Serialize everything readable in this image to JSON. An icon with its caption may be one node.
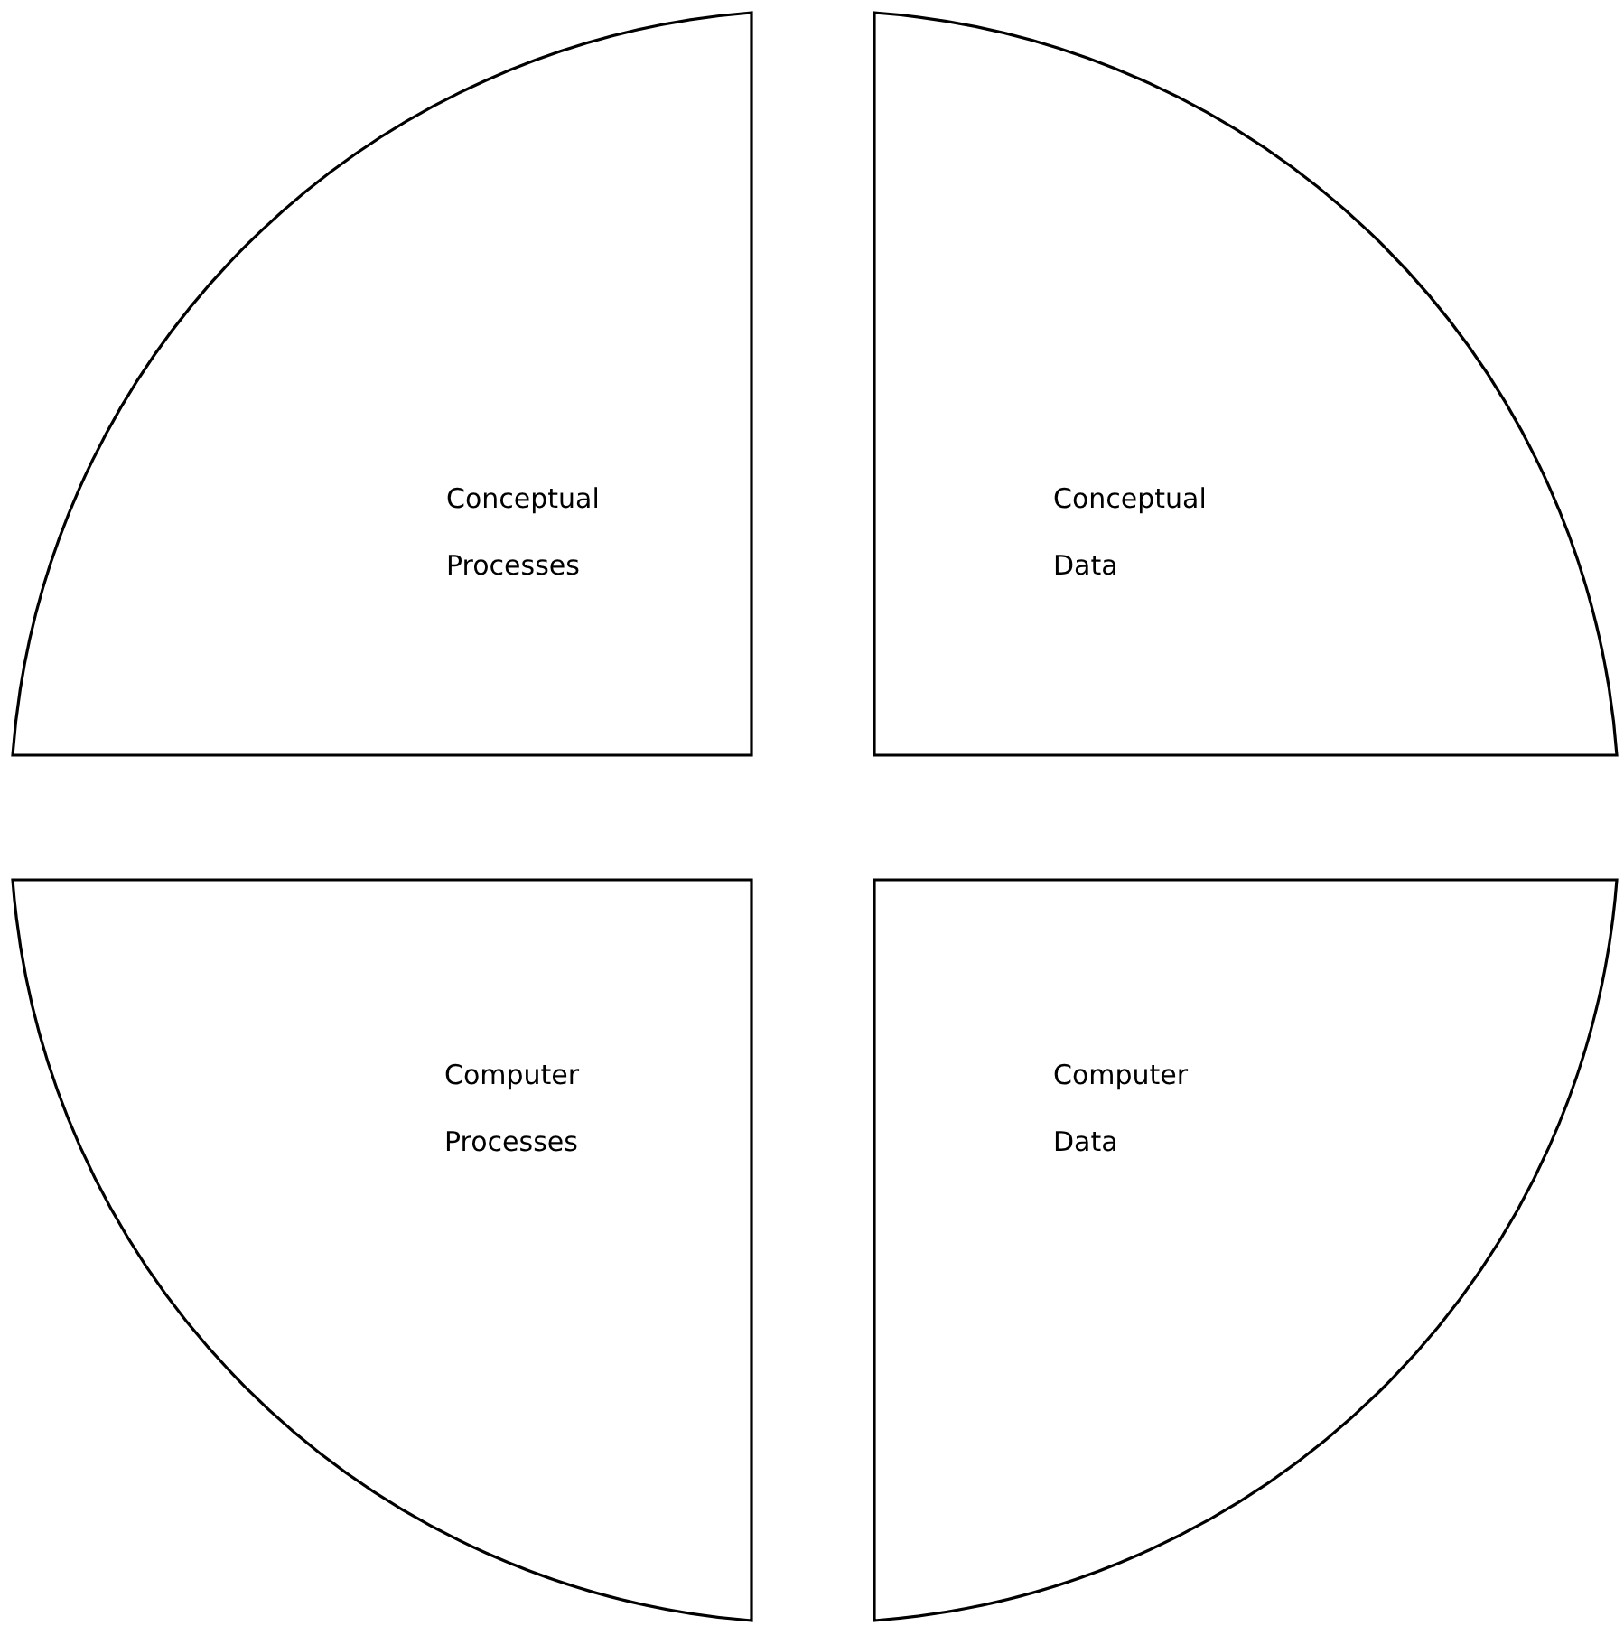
{
  "diagram": {
    "nodes": [
      {
        "text": [
          "Conceptual Processes"
        ]
      },
      {
        "text": [
          "Conceptual Data"
        ]
      },
      {
        "text": [
          "Computer Processes"
        ]
      },
      {
        "text": [
          "Computer Data"
        ]
      }
    ]
  }
}
